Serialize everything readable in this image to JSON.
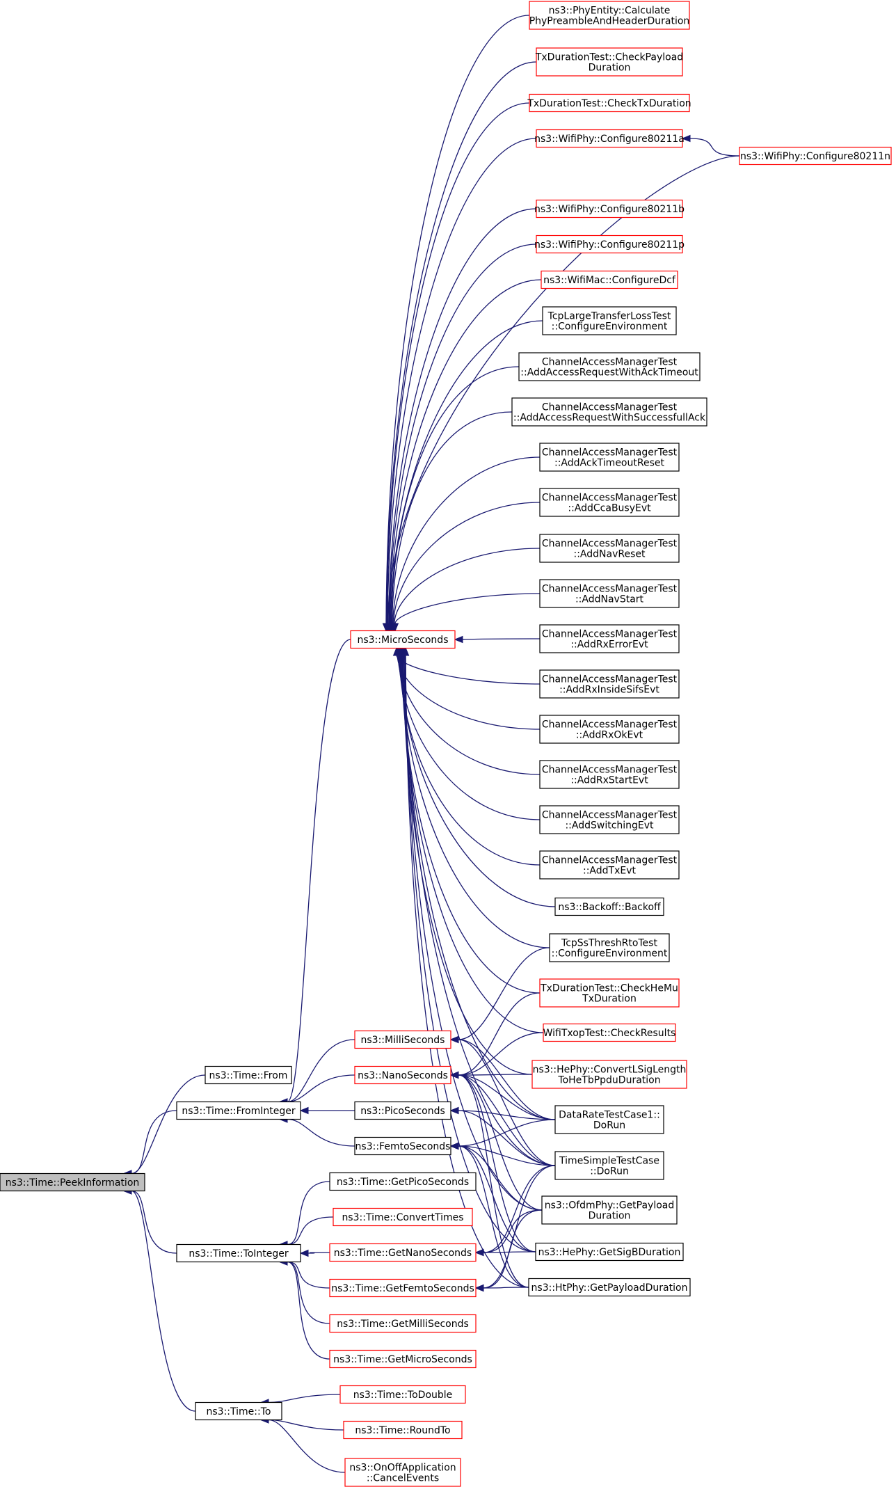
{
  "diagram": {
    "type": "caller-graph",
    "colors": {
      "edge": "#191970",
      "normal_border": "#000000",
      "truncated_border": "#ff0000",
      "root_fill": "#bfbfbf"
    },
    "nodes": [
      {
        "id": "peek",
        "lines": [
          "ns3::Time::PeekInformation"
        ],
        "style": "root"
      },
      {
        "id": "from",
        "lines": [
          "ns3::Time::From"
        ],
        "style": "normal"
      },
      {
        "id": "fromint",
        "lines": [
          "ns3::Time::FromInteger"
        ],
        "style": "normal"
      },
      {
        "id": "toint",
        "lines": [
          "ns3::Time::ToInteger"
        ],
        "style": "normal"
      },
      {
        "id": "to",
        "lines": [
          "ns3::Time::To"
        ],
        "style": "normal"
      },
      {
        "id": "micro",
        "lines": [
          "ns3::MicroSeconds"
        ],
        "style": "truncated"
      },
      {
        "id": "milli",
        "lines": [
          "ns3::MilliSeconds"
        ],
        "style": "truncated"
      },
      {
        "id": "nano",
        "lines": [
          "ns3::NanoSeconds"
        ],
        "style": "truncated"
      },
      {
        "id": "pico",
        "lines": [
          "ns3::PicoSeconds"
        ],
        "style": "normal"
      },
      {
        "id": "femto",
        "lines": [
          "ns3::FemtoSeconds"
        ],
        "style": "normal"
      },
      {
        "id": "getpico",
        "lines": [
          "ns3::Time::GetPicoSeconds"
        ],
        "style": "normal"
      },
      {
        "id": "convtimes",
        "lines": [
          "ns3::Time::ConvertTimes"
        ],
        "style": "truncated"
      },
      {
        "id": "getnano",
        "lines": [
          "ns3::Time::GetNanoSeconds"
        ],
        "style": "truncated"
      },
      {
        "id": "getfemto",
        "lines": [
          "ns3::Time::GetFemtoSeconds"
        ],
        "style": "truncated"
      },
      {
        "id": "getmilli",
        "lines": [
          "ns3::Time::GetMilliSeconds"
        ],
        "style": "truncated"
      },
      {
        "id": "getmicro",
        "lines": [
          "ns3::Time::GetMicroSeconds"
        ],
        "style": "truncated"
      },
      {
        "id": "todouble",
        "lines": [
          "ns3::Time::ToDouble"
        ],
        "style": "truncated"
      },
      {
        "id": "roundto",
        "lines": [
          "ns3::Time::RoundTo"
        ],
        "style": "truncated"
      },
      {
        "id": "onoff",
        "lines": [
          "ns3::OnOffApplication",
          "::CancelEvents"
        ],
        "style": "truncated"
      },
      {
        "id": "phyentity",
        "lines": [
          "ns3::PhyEntity::Calculate",
          "PhyPreambleAndHeaderDuration"
        ],
        "style": "truncated"
      },
      {
        "id": "txpayload",
        "lines": [
          "TxDurationTest::CheckPayload",
          "Duration"
        ],
        "style": "truncated"
      },
      {
        "id": "txdur",
        "lines": [
          "TxDurationTest::CheckTxDuration"
        ],
        "style": "truncated"
      },
      {
        "id": "conf11a",
        "lines": [
          "ns3::WifiPhy::Configure80211a"
        ],
        "style": "truncated"
      },
      {
        "id": "conf11n",
        "lines": [
          "ns3::WifiPhy::Configure80211n"
        ],
        "style": "truncated"
      },
      {
        "id": "conf11b",
        "lines": [
          "ns3::WifiPhy::Configure80211b"
        ],
        "style": "truncated"
      },
      {
        "id": "conf11p",
        "lines": [
          "ns3::WifiPhy::Configure80211p"
        ],
        "style": "truncated"
      },
      {
        "id": "confdcf",
        "lines": [
          "ns3::WifiMac::ConfigureDcf"
        ],
        "style": "truncated"
      },
      {
        "id": "tcplarge",
        "lines": [
          "TcpLargeTransferLossTest",
          "::ConfigureEnvironment"
        ],
        "style": "normal"
      },
      {
        "id": "camAckTimeout",
        "lines": [
          "ChannelAccessManagerTest",
          "::AddAccessRequestWithAckTimeout"
        ],
        "style": "normal"
      },
      {
        "id": "camSuccAck",
        "lines": [
          "ChannelAccessManagerTest",
          "::AddAccessRequestWithSuccessfullAck"
        ],
        "style": "normal"
      },
      {
        "id": "camAckReset",
        "lines": [
          "ChannelAccessManagerTest",
          "::AddAckTimeoutReset"
        ],
        "style": "normal"
      },
      {
        "id": "camCca",
        "lines": [
          "ChannelAccessManagerTest",
          "::AddCcaBusyEvt"
        ],
        "style": "normal"
      },
      {
        "id": "camNavReset",
        "lines": [
          "ChannelAccessManagerTest",
          "::AddNavReset"
        ],
        "style": "normal"
      },
      {
        "id": "camNavStart",
        "lines": [
          "ChannelAccessManagerTest",
          "::AddNavStart"
        ],
        "style": "normal"
      },
      {
        "id": "camRxErr",
        "lines": [
          "ChannelAccessManagerTest",
          "::AddRxErrorEvt"
        ],
        "style": "normal"
      },
      {
        "id": "camRxSifs",
        "lines": [
          "ChannelAccessManagerTest",
          "::AddRxInsideSifsEvt"
        ],
        "style": "normal"
      },
      {
        "id": "camRxOk",
        "lines": [
          "ChannelAccessManagerTest",
          "::AddRxOkEvt"
        ],
        "style": "normal"
      },
      {
        "id": "camRxStart",
        "lines": [
          "ChannelAccessManagerTest",
          "::AddRxStartEvt"
        ],
        "style": "normal"
      },
      {
        "id": "camSwitch",
        "lines": [
          "ChannelAccessManagerTest",
          "::AddSwitchingEvt"
        ],
        "style": "normal"
      },
      {
        "id": "camTx",
        "lines": [
          "ChannelAccessManagerTest",
          "::AddTxEvt"
        ],
        "style": "normal"
      },
      {
        "id": "backoff",
        "lines": [
          "ns3::Backoff::Backoff"
        ],
        "style": "normal"
      },
      {
        "id": "tcpss",
        "lines": [
          "TcpSsThreshRtoTest",
          "::ConfigureEnvironment"
        ],
        "style": "normal"
      },
      {
        "id": "txhemu",
        "lines": [
          "TxDurationTest::CheckHeMu",
          "TxDuration"
        ],
        "style": "truncated"
      },
      {
        "id": "wifitxop",
        "lines": [
          "WifiTxopTest::CheckResults"
        ],
        "style": "truncated"
      },
      {
        "id": "hephylsig",
        "lines": [
          "ns3::HePhy::ConvertLSigLength",
          "ToHeTbPpduDuration"
        ],
        "style": "truncated"
      },
      {
        "id": "datarate",
        "lines": [
          "DataRateTestCase1::",
          "DoRun"
        ],
        "style": "normal"
      },
      {
        "id": "timesimple",
        "lines": [
          "TimeSimpleTestCase",
          "::DoRun"
        ],
        "style": "normal"
      },
      {
        "id": "ofdmpayload",
        "lines": [
          "ns3::OfdmPhy::GetPayload",
          "Duration"
        ],
        "style": "normal"
      },
      {
        "id": "hesigb",
        "lines": [
          "ns3::HePhy::GetSigBDuration"
        ],
        "style": "normal"
      },
      {
        "id": "htpayload",
        "lines": [
          "ns3::HtPhy::GetPayloadDuration"
        ],
        "style": "normal"
      }
    ]
  }
}
